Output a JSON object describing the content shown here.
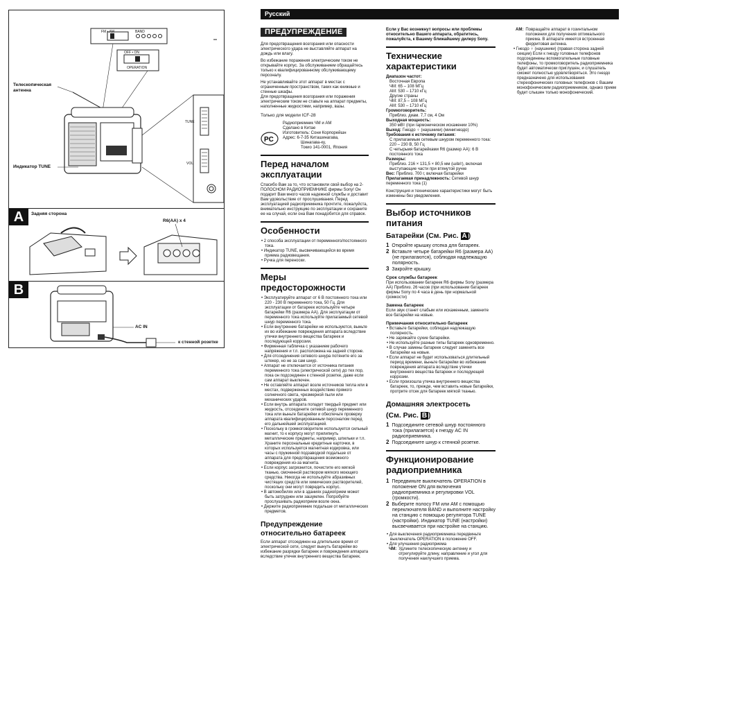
{
  "figures": {
    "band_label": "BAND",
    "fm_am_label": "FM • AM",
    "off_on_label": "OFF • ON",
    "operation_label": "OPERATION",
    "telescopic_label": "Телескопическая антенна",
    "tune_indicator_label": "Индикатор TUNE",
    "tune_label": "TUNE",
    "vol_label": "VOL",
    "section_a_letter": "A",
    "section_a_back": "Задняя сторона",
    "section_a_batt": "R6(AA) x 4",
    "section_b_letter": "B",
    "ac_in_label": "AC IN",
    "wall_outlet_label": "к стенной розетке"
  },
  "header": {
    "language": "Русский"
  },
  "col1": {
    "warning_title": "ПРЕДУПРЕЖДЕНИЕ",
    "w1": "Для предотвращения возгорания или опасности электрического удара не выставляйте аппарат на дождь или влагу.",
    "w2": "Во избежание поражения электрическим током не открывайте корпус. За обслуживанием обращайтесь только к квалифицированному обслуживающему персоналу.",
    "w3": "Не устанавливайте этот аппарат в местах с ограниченным пространством, таких как книжные и стенные шкафы.",
    "w4": "Для предотвращения возгорания или поражения электрическим током не ставьте на аппарат предметы, наполненные жидкостями, например, вазы.",
    "model_only": "Только для модели ICF-28",
    "cert1": "Радиоприемник ЧМ и АМ",
    "cert2": "Сделано в Китае",
    "cert3": "Изготовитель: Сони Корпорейшн",
    "cert4": "Адрес: 6-7-35 Киташинагава,",
    "cert5": "Шинагава-ку,",
    "cert6": "Токио 141-0001, Япония",
    "before_title": "Перед началом эксплуатации",
    "before_text": "Спасибо Вам за то, что остановили свой выбор на 2-ПОЛОСНОМ РАДИОПРИЕМНИКЕ фирмы Sony! Он подарит Вам много часов надежной службы и доставит Вам удовольствие от прослушивания. Перед эксплуатацией радиоприемника прочтите, пожалуйста, внимательно инструкцию по эксплуатации и сохраните ее на случай, если она Вам понадобится для справок.",
    "features_title": "Особенности",
    "features": [
      "2 способа эксплуатации от переменного/постоянного тока.",
      "Индикатор TUNE, высвечивающийся во время приема радиовещания.",
      "Ручка для переноски."
    ],
    "precautions_title": "Меры предосторожности",
    "precautions": [
      "Эксплуатируйте аппарат от 6 В постоянного тока или 220 - 230 В переменного тока, 50 Гц. Для эксплуатации от батареек используйте четыре батарейки R6 (размера AA). Для эксплуатации от переменного тока используйте прилагаемый сетевой шнур переменного тока.",
      "Если внутренние батарейки не используются, выньте их во избежание повреждения аппарата вследствие утечки внутреннего вещества батареек и последующей коррозии.",
      "Фирменная табличка с указанием рабочего напряжения и т.п. расположена на задней стороне.",
      "Для отсоединения сетевого шнура потяните его за штекер, но не за сам шнур.",
      "Аппарат не отключается от источника питания переменного тока (электрической сети) до тех пор, пока он подсоединен к стенной розетке, даже если сам аппарат выключен.",
      "Не оставляйте аппарат возле источников тепла или в местах, подверженных воздействию прямого солнечного света, чрезмерной пыли или механических ударов.",
      "Если внутрь аппарата попадет твердый предмет или жидкость, отсоедините сетевой шнур переменного тока или выньте батарейки и обеспечьте проверку аппарата квалифицированным персоналом перед его дальнейшей эксплуатацией.",
      "Поскольку в громкоговорителе используется сильный магнит, то к корпусу могут прилипнуть металлические предметы, например, шпильки и т.п. Храните персональные кредитные карточки, в которых используется магнитная кодировка, или часы с пружинной подзаводкой подальше от аппарата для предотвращения возможного повреждения из-за магнита.",
      "Если корпус загрязнится, почистите его мягкой тканью, смоченной раствором мягкого моющего средства. Никогда не используйте абразивных чистящих средств или химических растворителей, поскольку они могут повредить корпус.",
      "В автомобилях или в зданиях радиоприем может быть затруднен или зашумлен. Попробуйте прослушивать радиоприем возле окна.",
      "Держите радиоприемник подальше от металлических предметов."
    ],
    "batt_warn_title": "Предупреждение относительно батареек",
    "batt_warn_text": "Если аппарат отсоединен на длительное время от электрической сети, следует вынуть батарейки во избежание разрядки батареек и повреждения аппарата вследствие утечек внутреннего вещества батареек."
  },
  "col2": {
    "questions": "Если у Вас возникнут вопросы или проблемы относительно Вашего аппарата, обратитесь, пожалуйста, к Вашему ближайшему дилеру Sony.",
    "spec_title": "Технические характеристики",
    "spec_range": "Диапазон частот:",
    "spec_europe": "Восточная Европа",
    "spec_fm1": "ЧМ: 65 – 108 МГц",
    "spec_am1": "АМ: 530 – 1710 кГц",
    "spec_other": "Другие страны",
    "spec_fm2": "ЧМ: 87,5 – 108 МГц",
    "spec_am2": "АМ: 530 – 1710 кГц",
    "spec_speaker": "Громкоговоритель:",
    "spec_speaker_v": "Приблиз. диам. 7,7 см, 4 Ом",
    "spec_power": "Выходная мощность:",
    "spec_power_v": "350 мВт (при гармоническом искажении 10%)",
    "spec_out": "Выход:",
    "spec_out_v": "Гнездо ♀ (наушники) (минигнездо)",
    "spec_req": "Требования к источнику питания:",
    "spec_req1": "С прилагаемым сетевым шнуром переменного тока: 220 – 230 В, 50 Гц",
    "spec_req2": "С четырьмя батарейками R6 (размер AA): 6 В постоянного тока",
    "spec_dim": "Размеры:",
    "spec_dim_v": "Приблиз. 216 × 131,5 × 80,5 мм (ш/в/г), включая выступающие части при втянутой ручке",
    "spec_weight": "Вес:",
    "spec_weight_v": "Приблиз. 700 г, включая батарейки",
    "spec_acc": "Прилагаемая принадлежность:",
    "spec_acc_v": "Сетевой шнур переменного тока (1)",
    "spec_note": "Конструкция и технические характеристики могут быть изменены без уведомления.",
    "source_title": "Выбор источников питания",
    "batt_title": "Батарейки (См. Рис.",
    "batt_letter": "A",
    "batt_steps": [
      "Откройте крышку отсека для батареек.",
      "Вставьте четыре батарейки R6 (размера AA) (не прилагаются), соблюдая надлежащую полярность.",
      "Закройте крышку."
    ],
    "life_title": "Срок службы батареек",
    "life_text": "При использовании батареек R6 фирмы Sony (размера AA) Приблиз. 26 часов (при использовании батареек фирмы Sony по 4 часа в день при нормальной громкости)",
    "replace_title": "Замена батареек",
    "replace_text": "Если звук станет слабым или искаженным, замените все батарейки на новые.",
    "notes_title": "Примечания относительно батареек",
    "notes": [
      "Вставьте батарейки, соблюдая надлежащую полярность.",
      "Не заряжайте сухие батарейки.",
      "Не используйте разные типы батареек одновременно.",
      "В случае замены батареек следует заменять все батарейки на новые.",
      "Если аппарат не будет использоваться длительный период времени, выньте батарейки во избежание повреждения аппарата вследствие утечки внутреннего вещества батареек и последующей коррозии.",
      "Если произошла утечка внутреннего вещества батареек, то, прежде, чем вставить новые батарейки, протрите отсек для батареек мягкой тканью."
    ],
    "home_title": "Домашняя электросеть",
    "home_sub": "(См. Рис.",
    "home_letter": "B",
    "home_steps": [
      "Подсоедините сетевой шнур постоянного тока (прилагается) к гнезду AC IN радиоприемника.",
      "Подсоедините шнур к стенной розетке."
    ],
    "func_title": "Функционирование радиоприемника",
    "func_steps": [
      "Передвиньте выключатель OPERATION в положение ON для включения радиоприемника и регулировки VOL (громкости).",
      "Выберите полосу FM или AM с помощью переключателя BAND и выполните настройку на станцию с помощью регулятора TUNE (настройки). Индикатор TUNE (настройки) высвечивается при настройке на станцию."
    ],
    "func_notes": [
      "Для выключения радиоприемника передвиньте выключатель OPERATION в положение OFF.",
      "Для улучшения радиоприема"
    ],
    "fm_label": "ЧМ:",
    "fm_text": "Удлините телескопическую антенну и отрегулируйте длину, направление и угол для получения наилучшего приема."
  },
  "col3": {
    "am_label": "АМ:",
    "am_text": "Повращайте аппарат в гозинтальном положении для получения оптимального приема. В аппарате имеется встроенная ферритовая антенна.",
    "jack": "Гнездо ♀ (наушники) (правая сторона задней секции) Если к гнезду головных телефонов подсоединены вспомогательные головные телефоны, то громкоговоритель радиоприемника будет автоматически приглушен, и слушатель сможет полностью удовлетворяться. Это гнездо предназначено для использования стереофонических головных телефонов с Вашим монофоническим радиоприемником, однако прием будет слышен только монофонический."
  }
}
